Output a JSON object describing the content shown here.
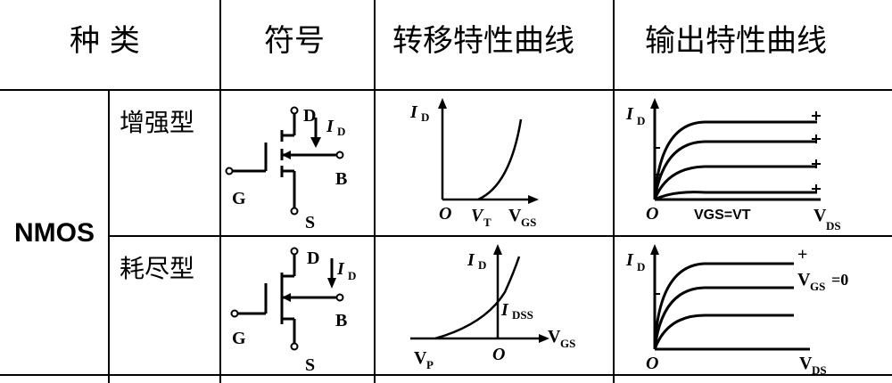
{
  "headers": {
    "category": "种 类",
    "symbol": "符号",
    "transfer": "转移特性曲线",
    "output": "输出特性曲线"
  },
  "type_name": "NMOS",
  "rows": [
    {
      "subtype": "增强型",
      "symbol": {
        "d": "D",
        "id_i": "I",
        "id_sub": "D",
        "g": "G",
        "b": "B",
        "s": "S"
      },
      "transfer": {
        "y_i": "I",
        "y_sub": "D",
        "origin": "O",
        "vt_v": "V",
        "vt_sub": "T",
        "x_v": "V",
        "x_sub": "GS"
      },
      "output": {
        "y_i": "I",
        "y_sub": "D",
        "origin": "O",
        "vgs_label": "VGS=VT",
        "x_v": "V",
        "x_sub": "DS"
      }
    },
    {
      "subtype": "耗尽型",
      "symbol": {
        "d": "D",
        "id_i": "I",
        "id_sub": "D",
        "g": "G",
        "b": "B",
        "s": "S"
      },
      "transfer": {
        "y_i": "I",
        "y_sub": "D",
        "idss_i": "I",
        "idss_sub": "DSS",
        "origin": "O",
        "vp_v": "V",
        "vp_sub": "P",
        "x_v": "V",
        "x_sub": "GS"
      },
      "output": {
        "y_i": "I",
        "y_sub": "D",
        "origin": "O",
        "vgs_v": "V",
        "vgs_sub": "GS",
        "vgs_eq": "=0",
        "x_v": "V",
        "x_sub": "DS"
      }
    }
  ],
  "plus_sign": "+",
  "colors": {
    "ink": "#000000",
    "background": "#ffffff"
  }
}
